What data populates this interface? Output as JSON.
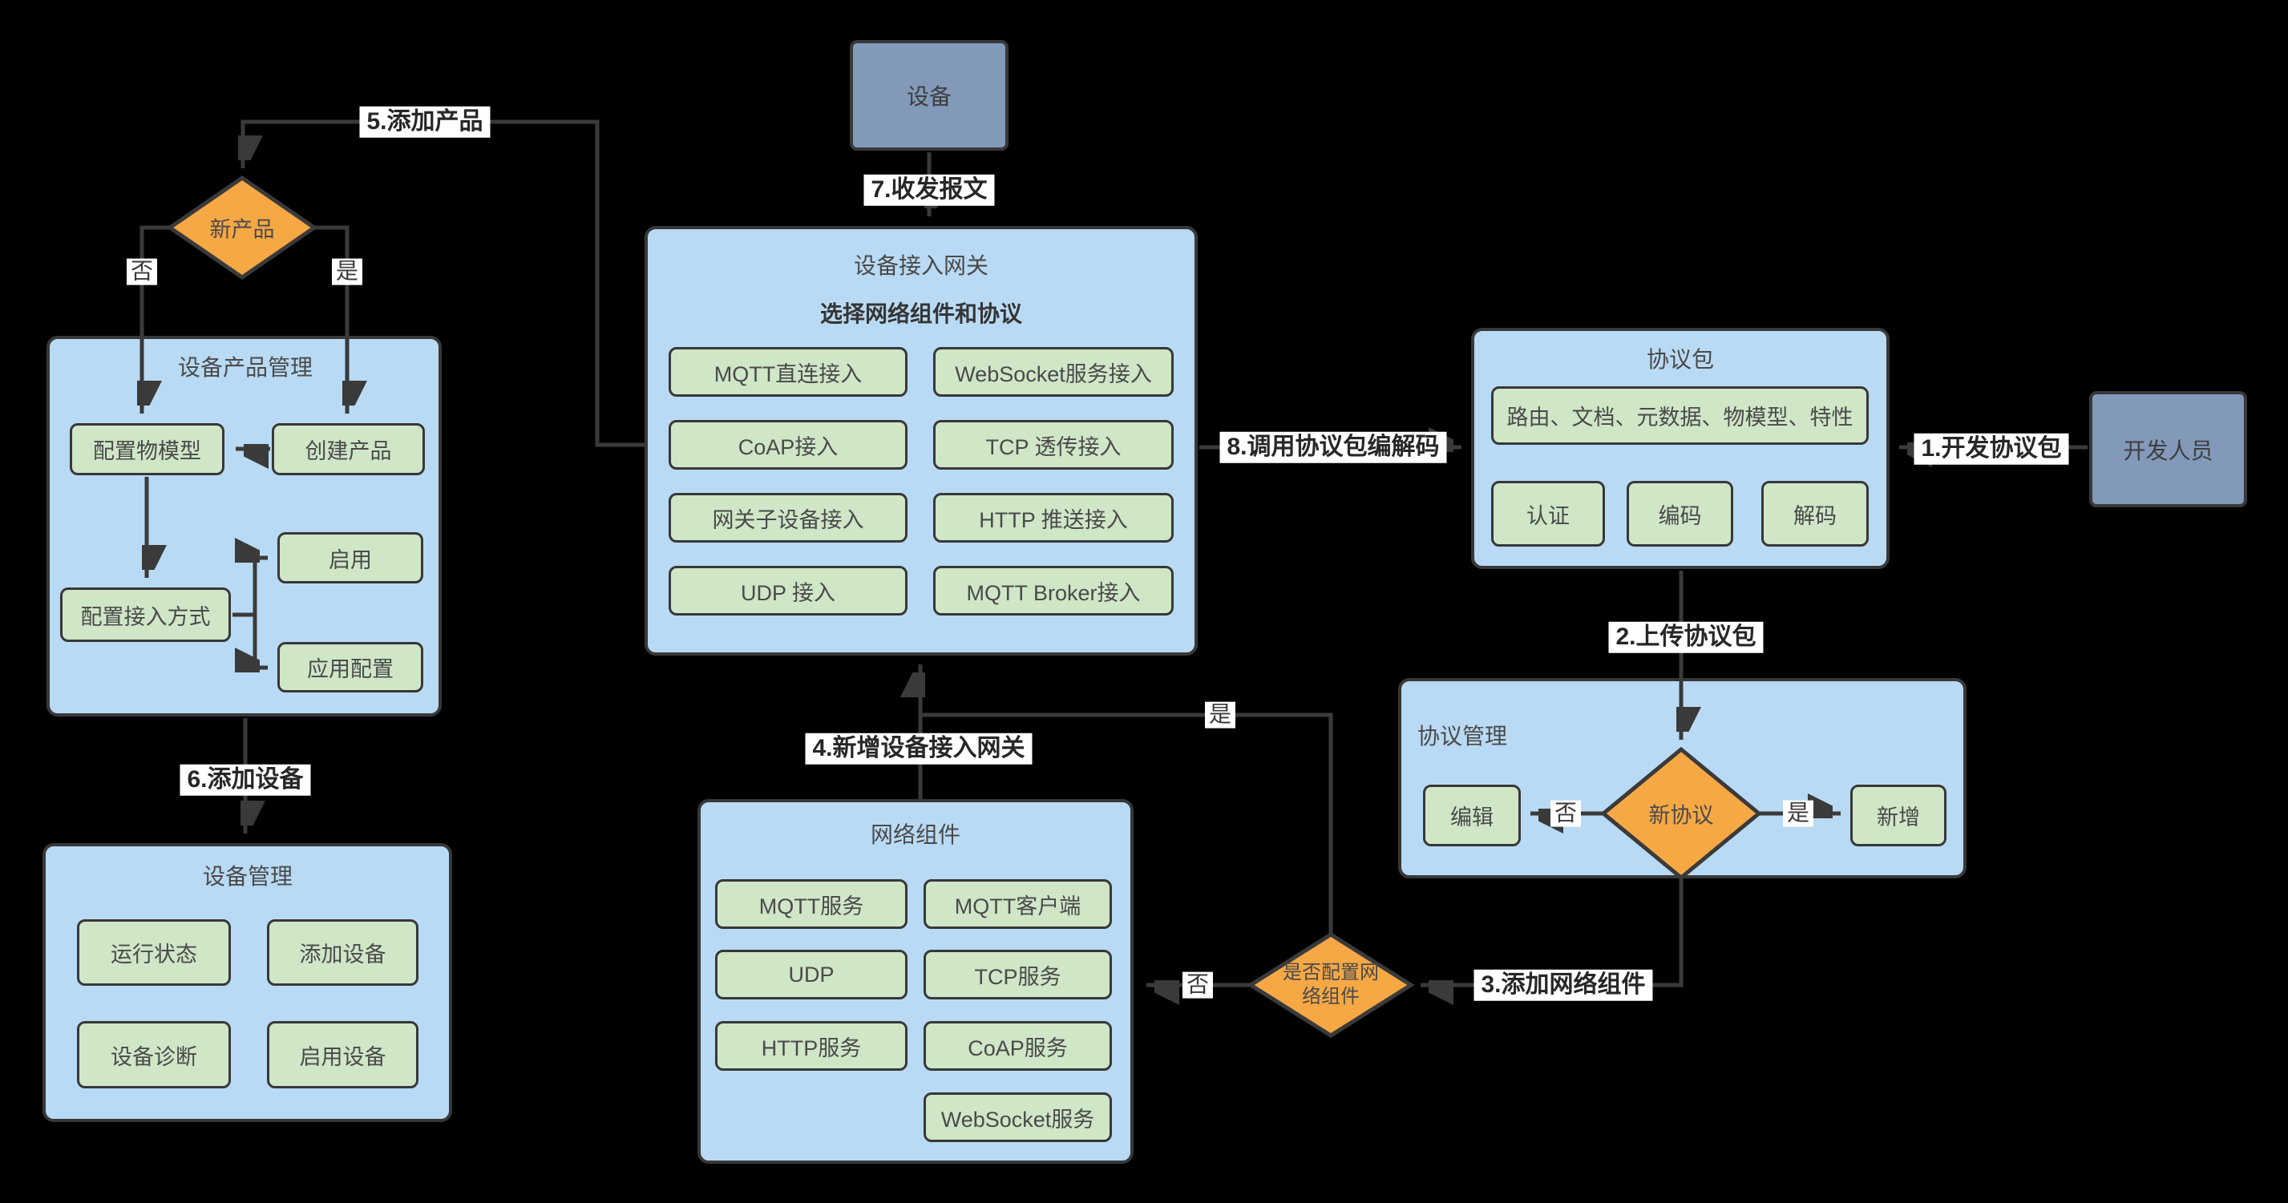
{
  "diagram": {
    "colors": {
      "bg": "#000000",
      "container": "#B9DAF4",
      "button": "#CFE6C7",
      "bluegray": "#8299BA",
      "orange": "#F6A845",
      "line": "#3A3A3A",
      "border": "#383838",
      "label_bg": "#FFFFFF",
      "text": "#4A4A4A"
    },
    "device": {
      "label": "设备"
    },
    "developer": {
      "label": "开发人员"
    },
    "gateway": {
      "title": "设备接入网关",
      "subtitle": "选择网络组件和协议",
      "buttons": [
        "MQTT直连接入",
        "WebSocket服务接入",
        "CoAP接入",
        "TCP 透传接入",
        "网关子设备接入",
        "HTTP 推送接入",
        "UDP 接入",
        "MQTT Broker接入"
      ]
    },
    "product_mgmt": {
      "title": "设备产品管理",
      "config_model": "配置物模型",
      "create_product": "创建产品",
      "enable": "启用",
      "config_access": "配置接入方式",
      "app_config": "应用配置"
    },
    "device_mgmt": {
      "title": "设备管理",
      "buttons": [
        "运行状态",
        "添加设备",
        "设备诊断",
        "启用设备"
      ]
    },
    "protocol_pkg": {
      "title": "协议包",
      "wide_button": "路由、文档、元数据、物模型、特性",
      "buttons": [
        "认证",
        "编码",
        "解码"
      ]
    },
    "protocol_mgmt": {
      "title": "协议管理",
      "edit": "编辑",
      "decision": "新协议",
      "add": "新增"
    },
    "network_comp": {
      "title": "网络组件",
      "buttons": [
        "MQTT服务",
        "MQTT客户端",
        "UDP",
        "TCP服务",
        "HTTP服务",
        "CoAP服务",
        "WebSocket服务"
      ]
    },
    "decisions": {
      "new_product": "新产品",
      "config_network": "是否配置网络组件"
    },
    "edge_labels": {
      "e1": "1.开发协议包",
      "e2": "2.上传协议包",
      "e3": "3.添加网络组件",
      "e4": "4.新增设备接入网关",
      "e5": "5.添加产品",
      "e6": "6.添加设备",
      "e7": "7.收发报文",
      "e8": "8.调用协议包编解码",
      "yes": "是",
      "no": "否"
    }
  }
}
